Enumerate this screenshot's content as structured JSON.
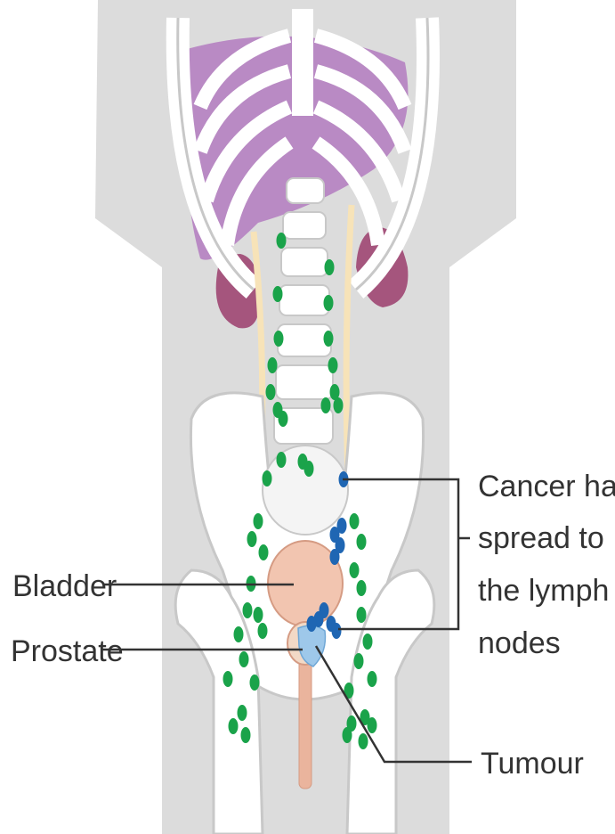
{
  "labels": {
    "bladder": "Bladder",
    "prostate": "Prostate",
    "tumour": "Tumour",
    "spread_line1": "Cancer has",
    "spread_line2": "spread to",
    "spread_line3": "the lymph",
    "spread_line4": "nodes"
  },
  "colors": {
    "background": "#ffffff",
    "body": "#dcdcdc",
    "bone": "#ffffff",
    "bone_outline": "#c8c8c8",
    "liver": "#b98ac4",
    "kidney": "#a5557d",
    "ureter": "#f7e3b8",
    "bladder": "#f2c5b0",
    "prostate": "#f2d9c6",
    "tumour": "#9ec8ea",
    "lymph_node_healthy": "#1aa34a",
    "lymph_node_cancer": "#1f66b3",
    "leader_line": "#333333"
  }
}
